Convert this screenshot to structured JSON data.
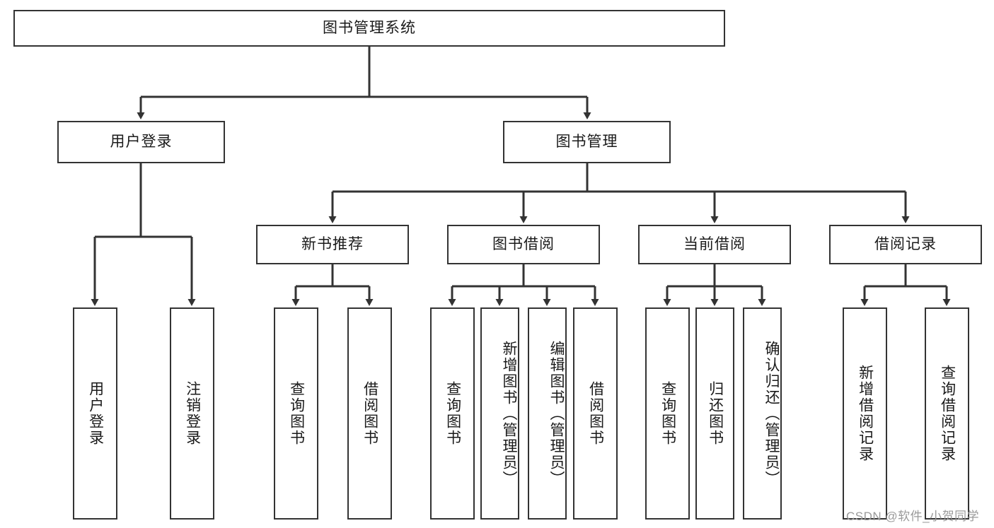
{
  "diagram": {
    "type": "tree",
    "title": "图书管理系统",
    "root": {
      "label": "图书管理系统"
    },
    "level2": [
      {
        "label": "用户登录"
      },
      {
        "label": "图书管理"
      }
    ],
    "level3": [
      {
        "label": "新书推荐"
      },
      {
        "label": "图书借阅"
      },
      {
        "label": "当前借阅"
      },
      {
        "label": "借阅记录"
      }
    ],
    "leaves": {
      "user_login": [
        {
          "label": "用户登录"
        },
        {
          "label": "注销登录"
        }
      ],
      "new_book_recommend": [
        {
          "label": "查询图书"
        },
        {
          "label": "借阅图书"
        }
      ],
      "book_borrow": [
        {
          "label": "查询图书"
        },
        {
          "label": "新增图书（管理员）"
        },
        {
          "label": "编辑图书（管理员）"
        },
        {
          "label": "借阅图书"
        }
      ],
      "current_borrow": [
        {
          "label": "查询图书"
        },
        {
          "label": "归还图书"
        },
        {
          "label": "确认归还（管理员）"
        }
      ],
      "borrow_record": [
        {
          "label": "新增借阅记录"
        },
        {
          "label": "查询借阅记录"
        }
      ]
    }
  },
  "watermark": {
    "text": "CSDN @软件_小贺同学"
  },
  "colors": {
    "stroke": "#333333",
    "text": "#1a1a1a",
    "background": "#ffffff",
    "watermark": "#9a9a9a"
  }
}
